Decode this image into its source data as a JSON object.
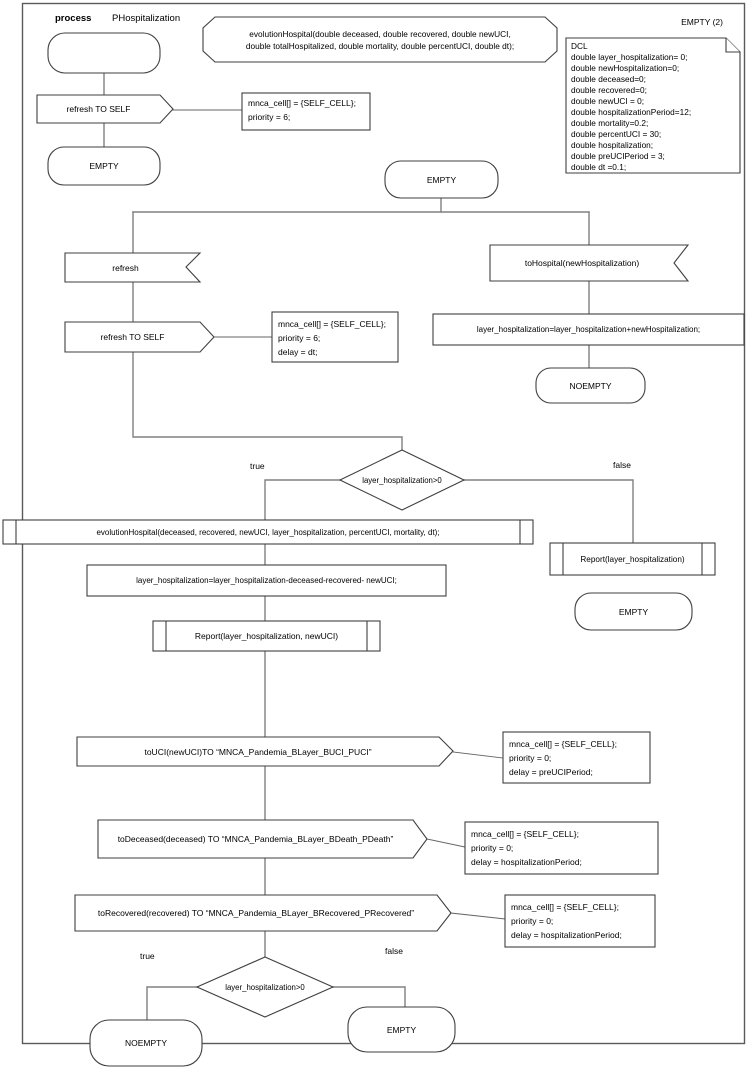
{
  "colors": {
    "background": "#ffffff",
    "shape_border": "#3f3f3f",
    "flow_line": "#808080",
    "text": "#000000"
  },
  "header": {
    "kind_label": "process",
    "process_name": "PHospitalization",
    "page_label": "EMPTY (2)"
  },
  "declarations": {
    "procedure_signature": "evolutionHospital(double deceased, double recovered, double newUCI,\ndouble totalHospitalized, double mortality, double percentUCI, double dt);",
    "dcl_block": "DCL\ndouble layer_hospitalization= 0;\ndouble newHospitalization=0;\ndouble deceased=0;\ndouble recovered=0;\ndouble newUCI = 0;\ndouble hospitalizationPeriod=12;\ndouble mortality=0.2;\ndouble percentUCI = 30;\ndouble hospitalization;\ndouble preUCIPeriod = 3;\ndouble dt =0.1;"
  },
  "top": {
    "output_refresh_to_self": "refresh TO SELF",
    "refresh_comment": "mnca_cell[] = {SELF_CELL};\npriority = 6;",
    "state_empty": "EMPTY"
  },
  "main": {
    "state_empty": "EMPTY",
    "input_refresh": "refresh",
    "output_refresh_to_self": "refresh TO SELF",
    "refresh_comment": "mnca_cell[] = {SELF_CELL};\npriority = 6;\ndelay = dt;",
    "input_to_hospital": "toHospital(newHospitalization)",
    "task_add_hospitalization": "layer_hospitalization=layer_hospitalization+newHospitalization;",
    "state_noempty": "NOEMPTY",
    "decision_hospitalization": "layer_hospitalization>0",
    "label_true": "true",
    "label_false": "false",
    "call_evolution_hospital": "evolutionHospital(deceased, recovered, newUCI, layer_hospitalization, percentUCI, mortality, dt);",
    "task_update_hospitalization": "layer_hospitalization=layer_hospitalization-deceased-recovered- newUCI;",
    "call_report_main": "Report(layer_hospitalization, newUCI)",
    "call_report_false": "Report(layer_hospitalization)",
    "state_empty_false": "EMPTY",
    "output_to_uci": "toUCI(newUCI)TO “MNCA_Pandemia_BLayer_BUCI_PUCI”",
    "to_uci_comment": "mnca_cell[] = {SELF_CELL};\npriority = 0;\ndelay = preUCIPeriod;",
    "output_to_deceased": "toDeceased(deceased) TO “MNCA_Pandemia_BLayer_BDeath_PDeath”",
    "to_deceased_comment": "mnca_cell[] = {SELF_CELL};\npriority = 0;\ndelay = hospitalizationPeriod;",
    "output_to_recovered": "toRecovered(recovered) TO “MNCA_Pandemia_BLayer_BRecovered_PRecovered”",
    "to_recovered_comment": "mnca_cell[] = {SELF_CELL};\npriority = 0;\ndelay = hospitalizationPeriod;",
    "decision_hospitalization2": "layer_hospitalization>0",
    "label_true2": "true",
    "label_false2": "false",
    "state_noempty_end": "NOEMPTY",
    "state_empty_end": "EMPTY"
  }
}
